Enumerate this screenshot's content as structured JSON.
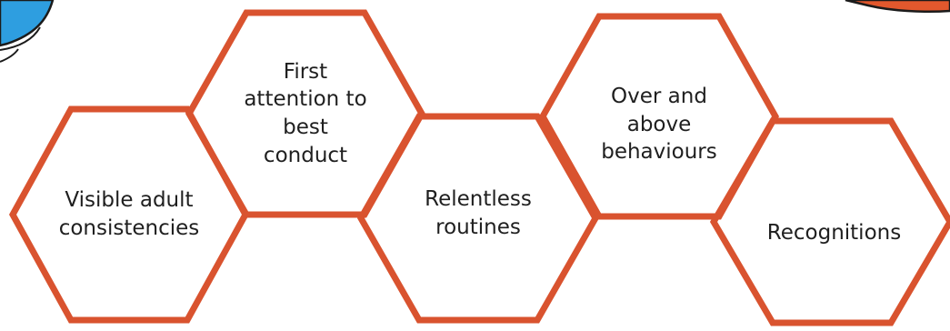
{
  "colors": {
    "hexagon_stroke": "#d9532f",
    "decor_blue": "#2e9ee0",
    "decor_orange": "#e2582d",
    "decor_outline": "#1b1b1b",
    "text": "#1f1f1f"
  },
  "hexagons": [
    {
      "id": "hex-visible-adult",
      "label": "Visible adult\nconsistencies"
    },
    {
      "id": "hex-first-attention",
      "label": "First\nattention to\nbest\nconduct"
    },
    {
      "id": "hex-relentless",
      "label": "Relentless\nroutines"
    },
    {
      "id": "hex-over-above",
      "label": "Over and\nabove\nbehaviours"
    },
    {
      "id": "hex-recognitions",
      "label": "Recognitions"
    }
  ]
}
